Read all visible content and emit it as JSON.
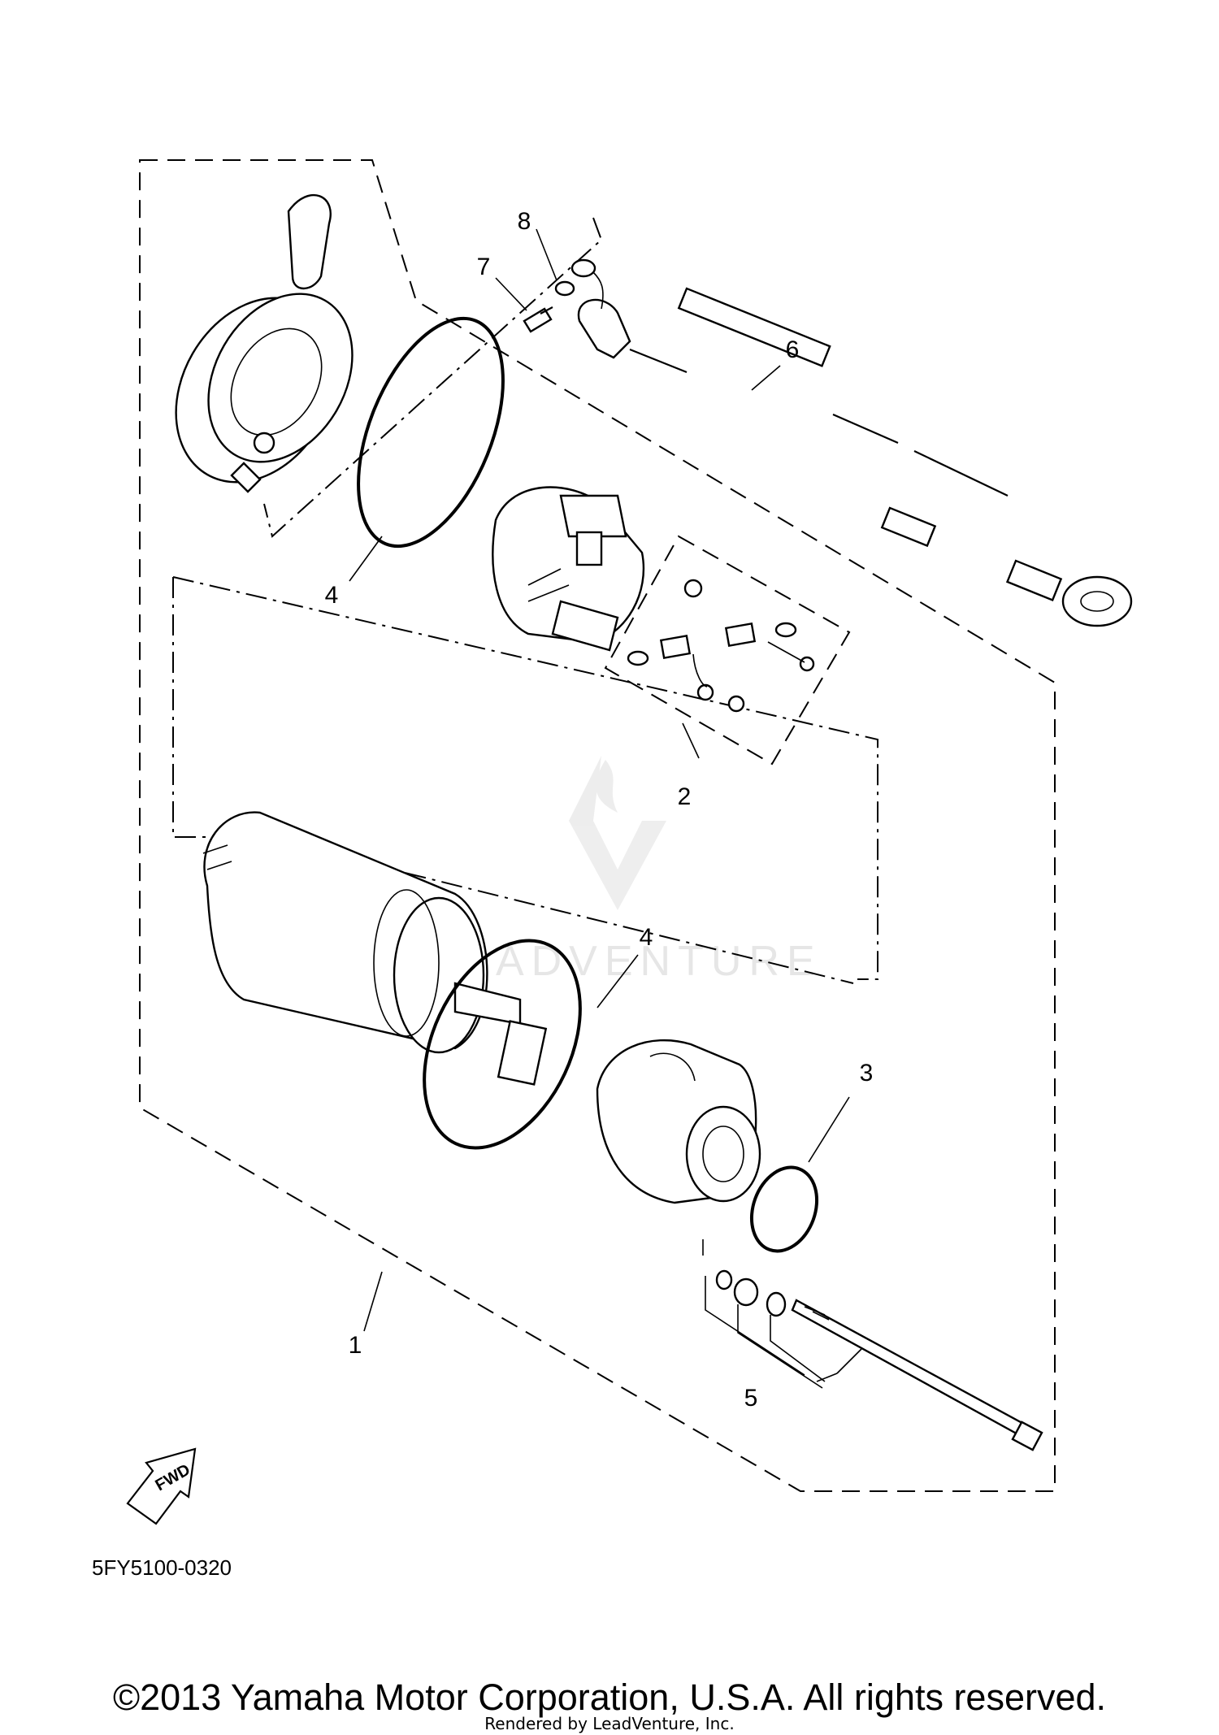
{
  "diagram": {
    "callouts": [
      "1",
      "2",
      "3",
      "4",
      "4",
      "5",
      "6",
      "7",
      "8"
    ],
    "direction_label": "FWD",
    "diagram_code": "5FY5100-0320",
    "watermark": "LEADVENTURE"
  },
  "footer": {
    "copyright": "©2013 Yamaha Motor Corporation, U.S.A. All rights reserved.",
    "rendered_by": "Rendered by LeadVenture, Inc."
  }
}
